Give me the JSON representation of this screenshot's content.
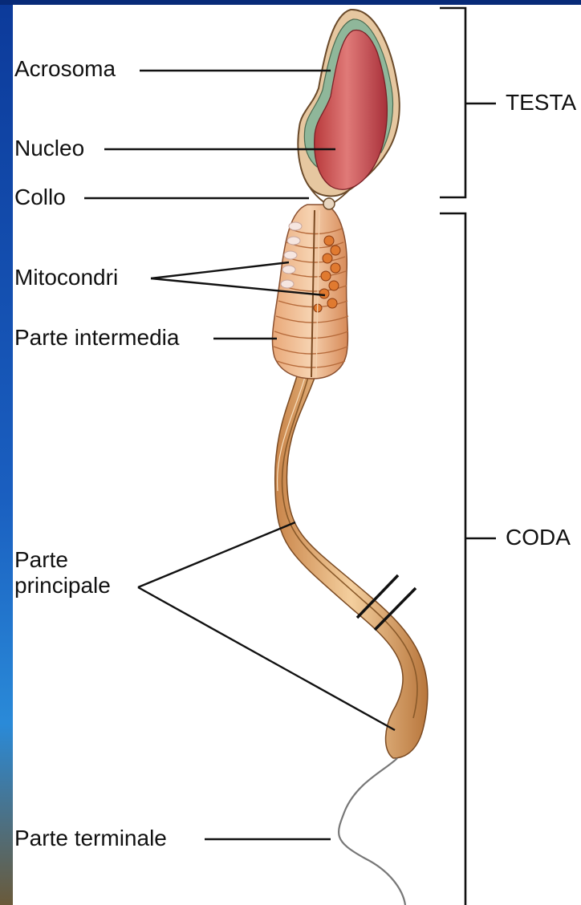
{
  "labels": {
    "acrosoma": "Acrosoma",
    "nucleo": "Nucleo",
    "collo": "Collo",
    "mitocondri": "Mitocondri",
    "parte_intermedia": "Parte intermedia",
    "parte_principale": "Parte\nprincipale",
    "parte_terminale": "Parte terminale",
    "testa": "TESTA",
    "coda": "CODA"
  },
  "colors": {
    "slide_background": "#0a2a7a",
    "panel": "#ffffff",
    "nucleus": "#c9504e",
    "acrosome": "#8fb79a",
    "tail": "#e0a76a",
    "leader_lines": "#111111"
  }
}
